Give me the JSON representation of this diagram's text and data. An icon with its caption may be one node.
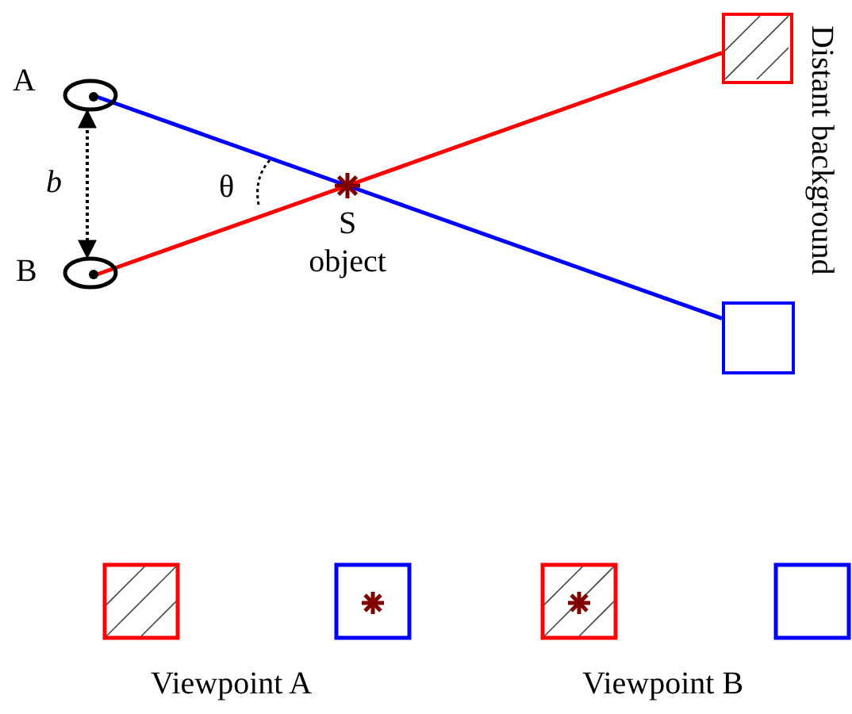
{
  "diagram": {
    "nodes": [
      {
        "text": [
          "A"
        ]
      },
      {
        "text": [
          "B"
        ]
      },
      {
        "text": [
          "S",
          "object"
        ]
      },
      {
        "text": [],
        "shape": "box"
      },
      {
        "text": [],
        "shape": "box"
      }
    ],
    "edges": [
      {
        "from": 0,
        "to": 1,
        "arrow": "both",
        "style": "dashed",
        "label": "b",
        "color": "#000000"
      },
      {
        "from": 0,
        "to": 2,
        "arrow": "none",
        "color": "#0000ff"
      },
      {
        "from": 2,
        "to": 4,
        "arrow": "none",
        "color": "#0000ff"
      },
      {
        "from": 1,
        "to": 2,
        "arrow": "none",
        "color": "#ff0000"
      },
      {
        "from": 2,
        "to": 3,
        "arrow": "none",
        "color": "#ff0000"
      }
    ],
    "labels": [
      "θ",
      "Distant background",
      "Viewpoint A",
      "Viewpoint B"
    ]
  }
}
